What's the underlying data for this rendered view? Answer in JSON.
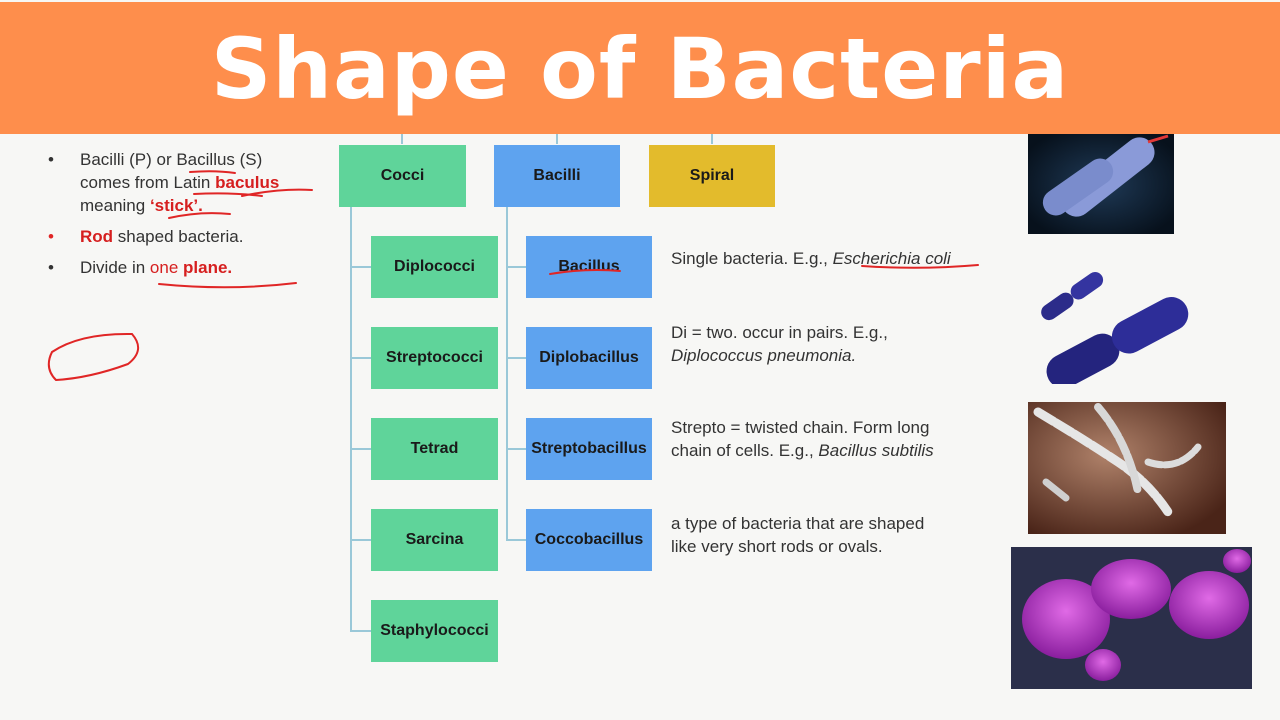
{
  "title": "Shape of Bacteria",
  "bullets": [
    {
      "l1": "Bacilli (P) or Bacillus (S)",
      "l2a": "comes from Latin ",
      "l2b": "baculus",
      "l3a": "meaning ",
      "l3b": "‘stick’."
    },
    {
      "a": "Rod",
      "b": " shaped bacteria."
    },
    {
      "a": "Divide in ",
      "b": "one",
      "c": " ",
      "d": "plane."
    }
  ],
  "categories": {
    "cocci": "Cocci",
    "bacilli": "Bacilli",
    "spiral": "Spiral"
  },
  "cocci_types": [
    "Diplococci",
    "Streptococci",
    "Tetrad",
    "Sarcina",
    "Staphylococci"
  ],
  "bacilli_types": [
    "Bacillus",
    "Diplobacillus",
    "Streptobacillus",
    "Coccobacillus"
  ],
  "descriptions": [
    {
      "l1a": "Single bacteria. E.g., ",
      "l1b": "Escherichia coli"
    },
    {
      "l1": "Di = two. occur in pairs. E.g.,",
      "l2": "Diplococcus pneumonia."
    },
    {
      "l1": "Strepto = twisted chain. Form long",
      "l2a": "chain of cells. E.g., ",
      "l2b": "Bacillus subtilis"
    },
    {
      "l1": "a type of bacteria that are shaped",
      "l2": "like very short rods or ovals."
    }
  ],
  "colors": {
    "banner": "#fe8e4c",
    "cocci": "#5fd49a",
    "bacilli": "#5ea3ef",
    "spiral": "#e3bb2c",
    "annotation": "#d61f1f",
    "connector": "#9ac8d8"
  }
}
